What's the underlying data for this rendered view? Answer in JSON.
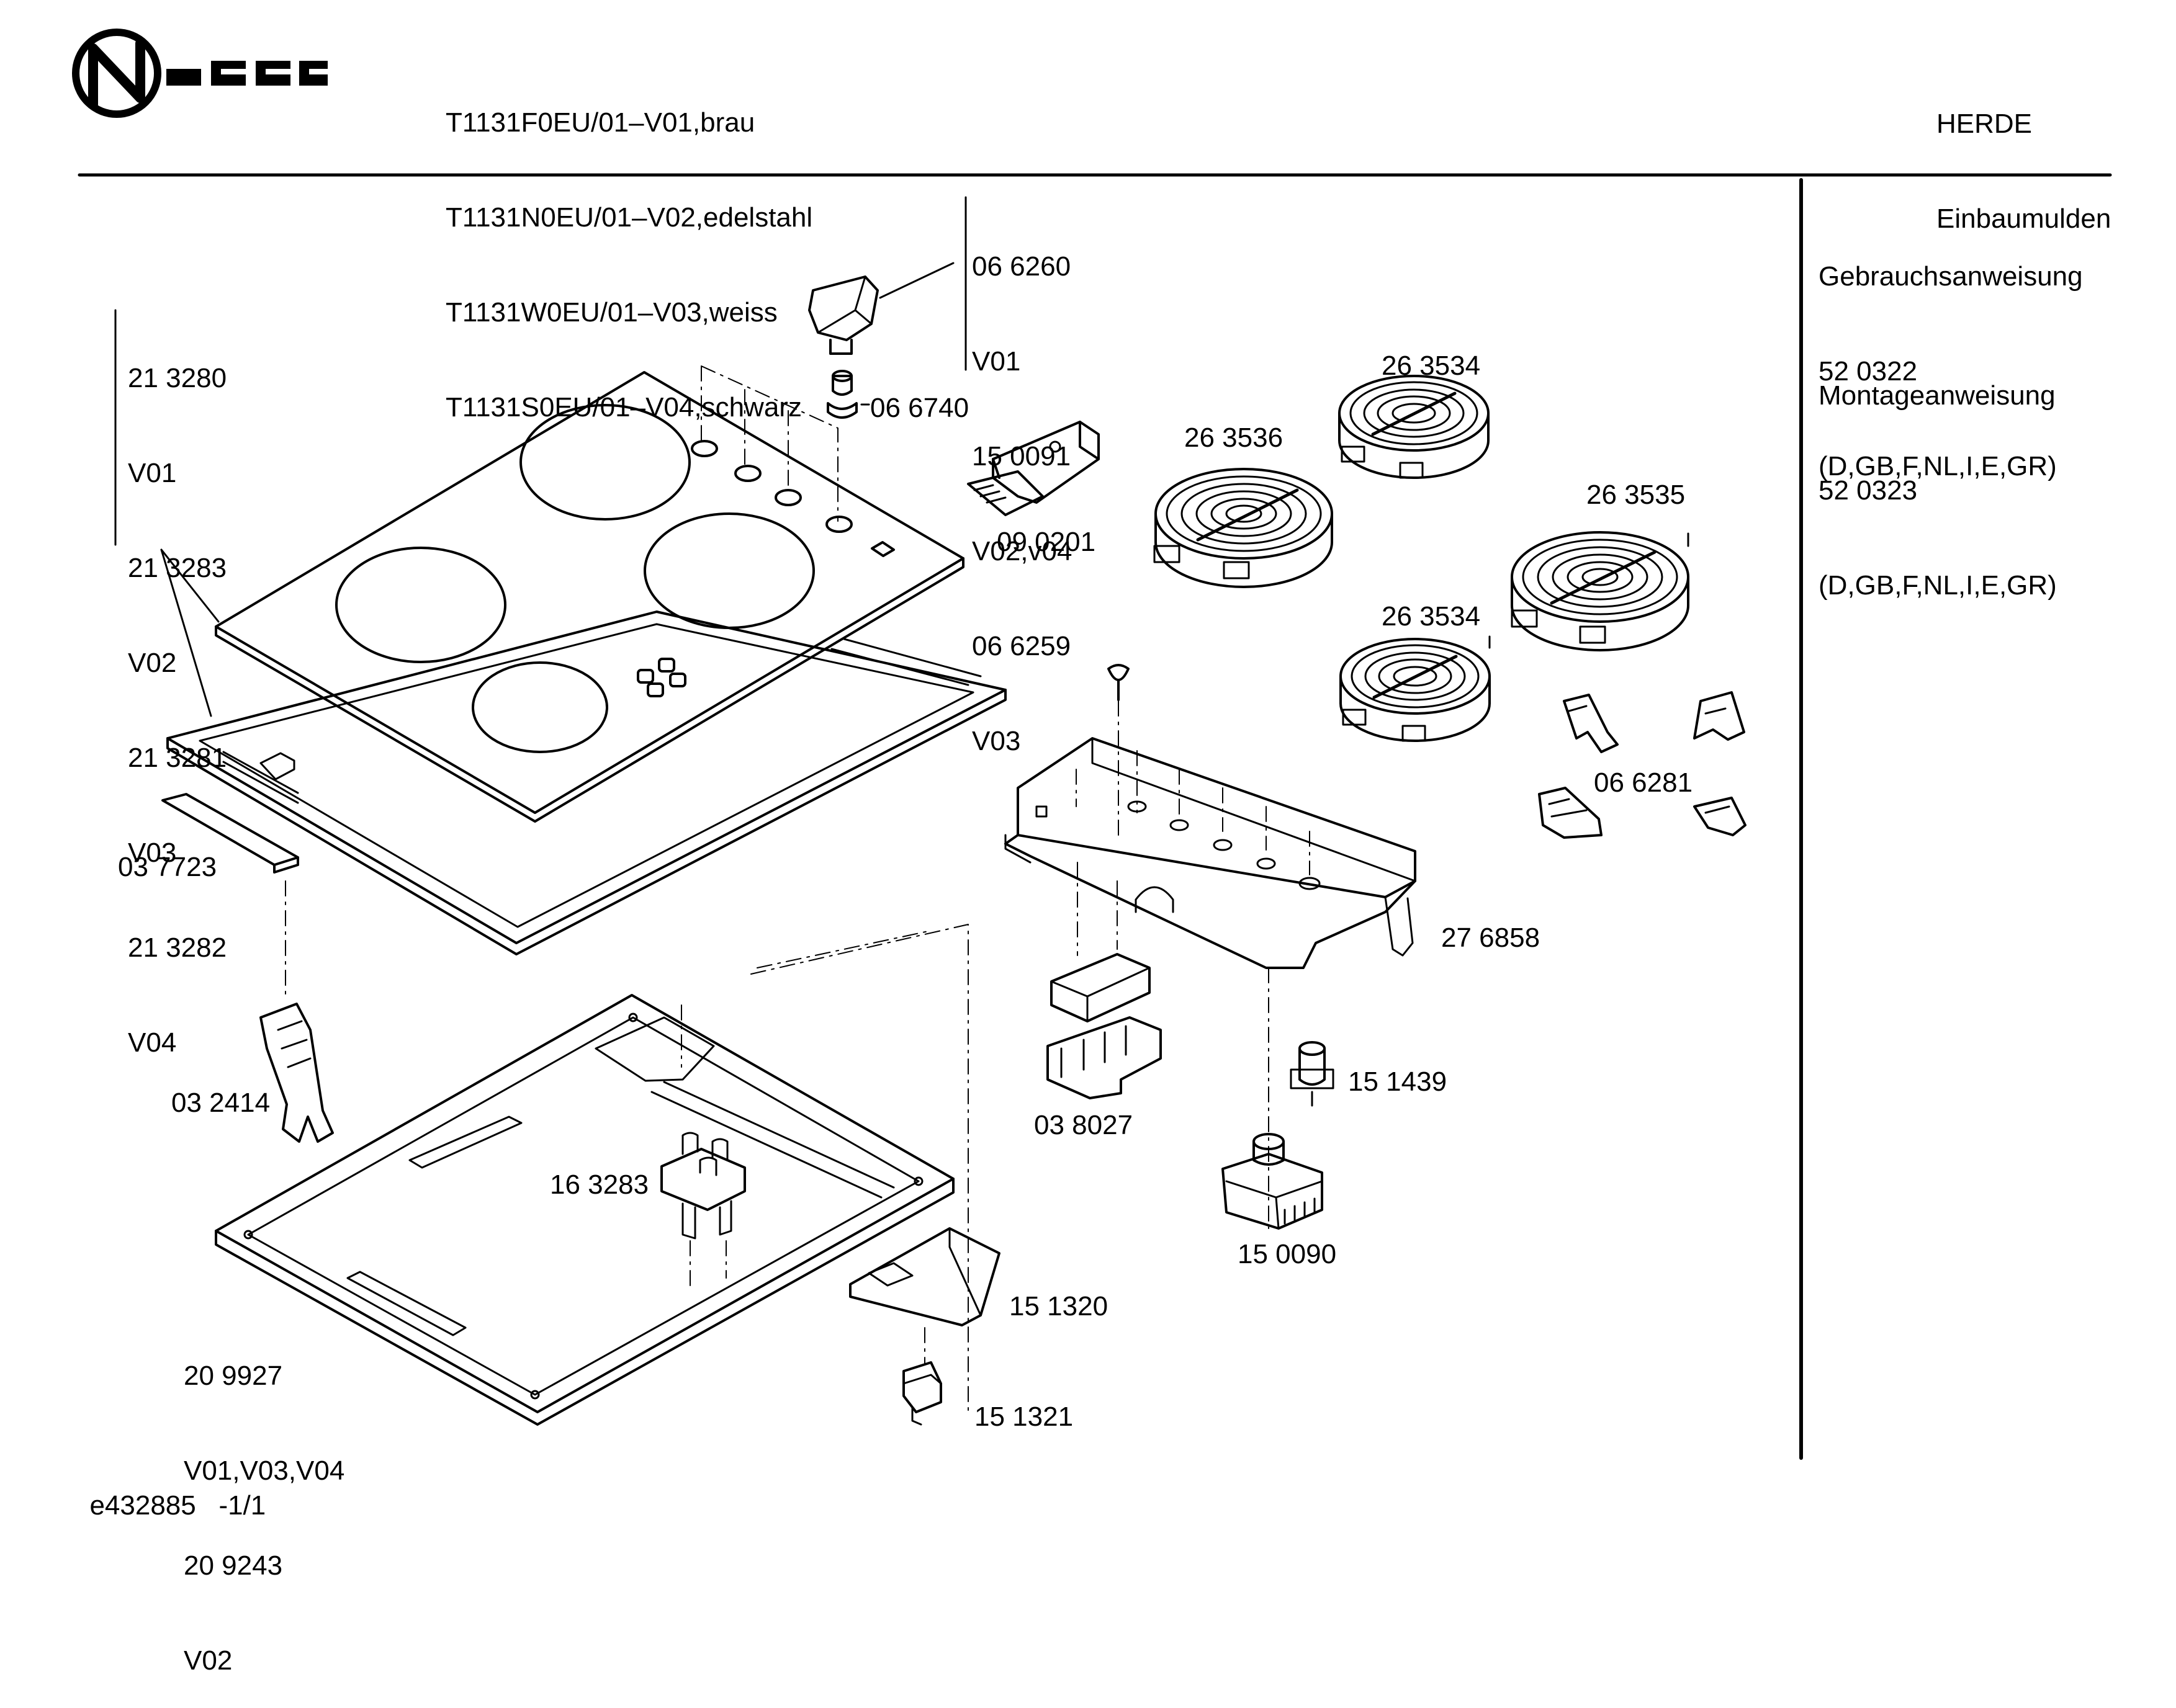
{
  "brand": {
    "logo_text": "NEFF"
  },
  "header": {
    "models": [
      "T1131F0EU/01–V01,brau",
      "T1131N0EU/01–V02,edelstahl",
      "T1131W0EU/01–V03,weiss",
      "T1131S0EU/01–V04,schwarz"
    ],
    "category": [
      "HERDE",
      "Einbaumulden"
    ]
  },
  "side_panel": {
    "docs": [
      [
        "Gebrauchsanweisung",
        "52 0322",
        "(D,GB,F,NL,I,E,GR)"
      ],
      [
        "Montageanweisung",
        "52 0323",
        "(D,GB,F,NL,I,E,GR)"
      ]
    ]
  },
  "labels": {
    "knob": [
      "06 6260",
      "V01",
      "15 0091",
      "V02,v04",
      "06 6259",
      "V03"
    ],
    "glass": [
      "21 3280",
      "V01",
      "21 3283",
      "V02",
      "21 3281",
      "V03",
      "21 3282",
      "V04"
    ],
    "spindle": "06 6740",
    "switch": "09 0201",
    "burner_a": "26 3534",
    "burner_b": "26 3536",
    "burner_c": "26 3535",
    "burner_d": "26 3534",
    "clips": "06 6281",
    "strip": "03 7723",
    "bracket_plate": "27 6858",
    "clamp": "03 2414",
    "terminal": "03 8027",
    "regulator_small": "15 1439",
    "connector": "16 3283",
    "regulator": "15 0090",
    "holder": "15 1320",
    "base_tray": [
      "20 9927",
      "V01,V03,V04",
      "20 9243",
      "V02"
    ],
    "small_part": "15 1321"
  },
  "footer": {
    "doc_id": "e432885",
    "page": "-1/1"
  }
}
